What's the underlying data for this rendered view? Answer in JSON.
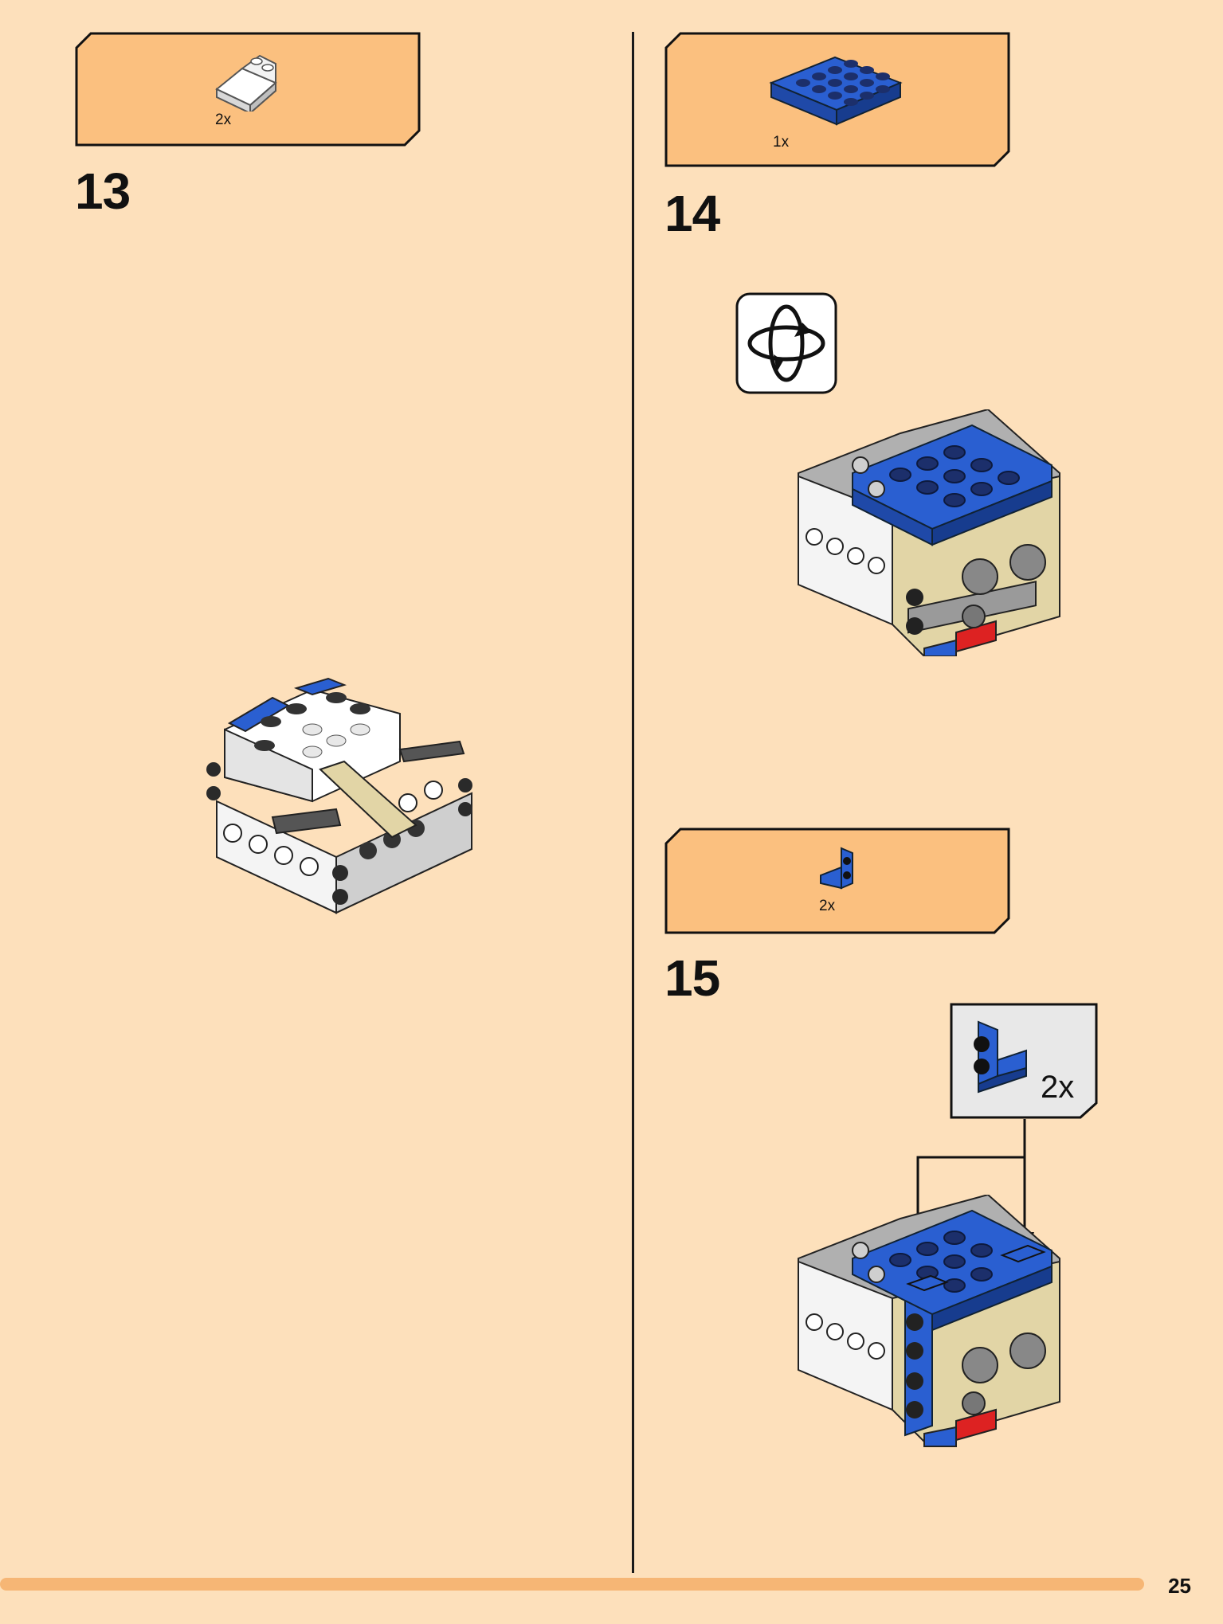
{
  "colors": {
    "background": "#fde0bb",
    "callout_fill": "#fbc07f",
    "footer_bar": "#f6b675",
    "brick_blue": "#2a5fd1",
    "subassembly_fill": "#e8e8e8"
  },
  "steps": [
    {
      "number": "13",
      "part_qty": "2x",
      "part_icon": "white-slope-brick-icon"
    },
    {
      "number": "14",
      "part_qty": "1x",
      "part_icon": "blue-plate-4x4-icon",
      "action_icon": "rotate-model-icon"
    },
    {
      "number": "15",
      "part_qty": "2x",
      "part_icon": "blue-bracket-icon",
      "subassembly_qty": "2x"
    }
  ],
  "footer": {
    "page_number": "25"
  }
}
